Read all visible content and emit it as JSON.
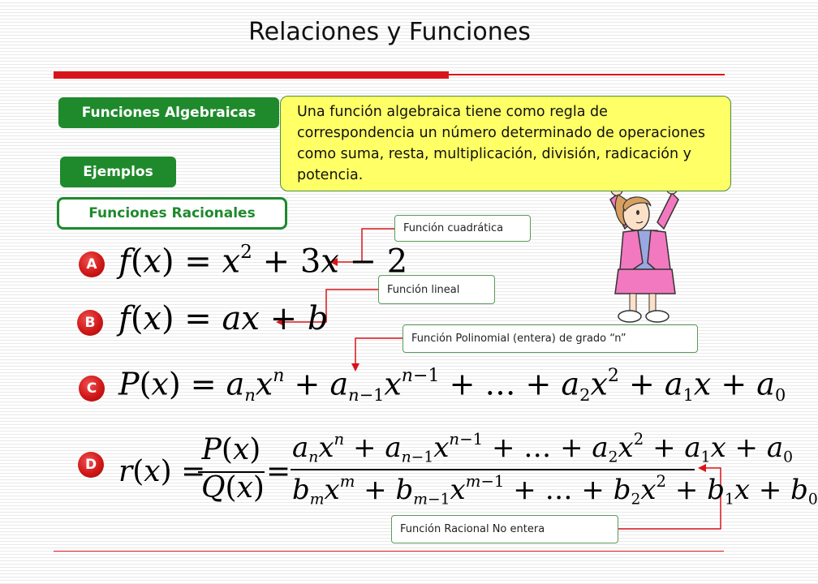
{
  "title": "Relaciones y Funciones",
  "buttons": {
    "algebraicas": "Funciones Algebraicas",
    "ejemplos": "Ejemplos",
    "racionales": "Funciones Racionales"
  },
  "definition": "Una función algebraica tiene como regla de correspondencia un número determinado de operaciones como suma, resta, multiplicación, división, radicación y potencia.",
  "callouts": {
    "a": "Función cuadrática",
    "b": "Función lineal",
    "c": "Función Polinomial (entera) de grado “n”",
    "d": "Función Racional No entera"
  },
  "letters": {
    "a": "A",
    "b": "B",
    "c": "C",
    "d": "D"
  },
  "formulas": {
    "a": "f(x) = x^2 + 3x - 2",
    "b": "f(x) = ax + b",
    "c": "P(x) = a_n x^n + a_{n-1} x^{n-1} + ... + a_2 x^2 + a_1 x + a_0",
    "d": "r(x) = P(x)/Q(x) = (a_n x^n + a_{n-1} x^{n-1} + ... + a_2 x^2 + a_1 x + a_0)/(b_m x^m + b_{m-1} x^{m-1} + ... + b_2 x^2 + b_1 x + b_0)"
  },
  "colors": {
    "accent_red": "#d8141a",
    "button_green": "#1f8a2c",
    "definition_yellow": "#ffff66",
    "figure_pink": "#f279c0"
  }
}
